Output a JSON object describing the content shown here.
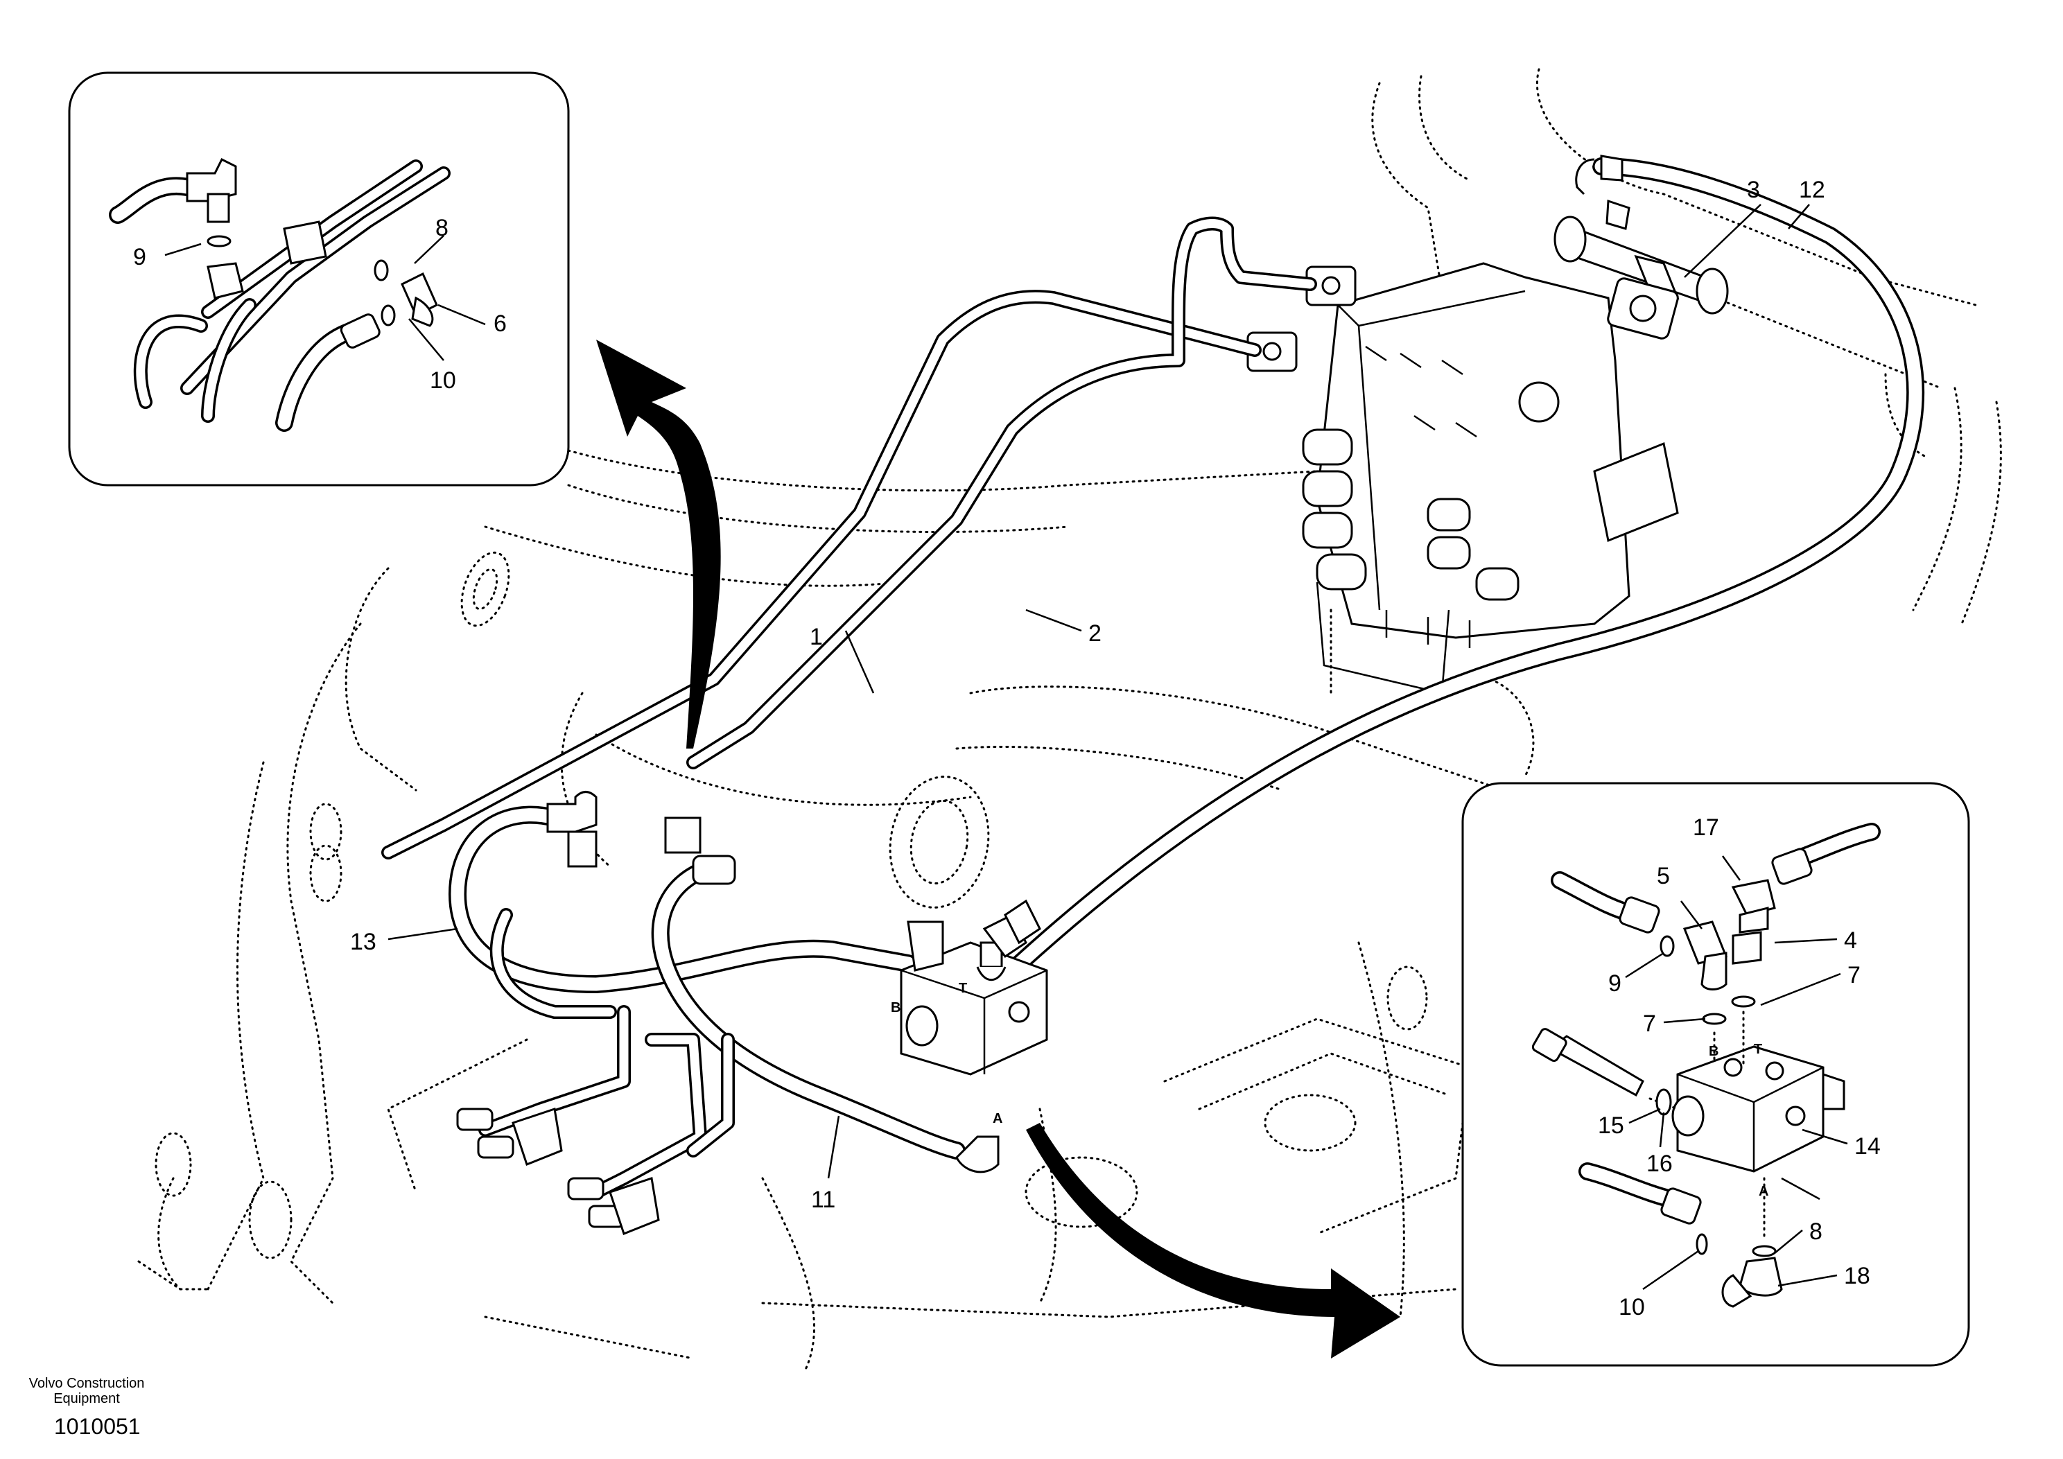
{
  "callouts": {
    "c1": "1",
    "c2": "2",
    "c3": "3",
    "c4": "4",
    "c5": "5",
    "c6": "6",
    "c7a": "7",
    "c7b": "7",
    "c8a": "8",
    "c8b": "8",
    "c9a": "9",
    "c9b": "9",
    "c10a": "10",
    "c10b": "10",
    "c11": "11",
    "c12": "12",
    "c13": "13",
    "c14": "14",
    "c15": "15",
    "c16": "16",
    "c17": "17",
    "c18": "18"
  },
  "ports": {
    "b_main": "B",
    "t_main": "T",
    "a_main": "A",
    "b_detail": "B",
    "t_detail": "T",
    "a_detail": "A"
  },
  "footer": {
    "brand_line1": "Volvo Construction",
    "brand_line2": "Equipment",
    "drawing_number": "1010051"
  }
}
